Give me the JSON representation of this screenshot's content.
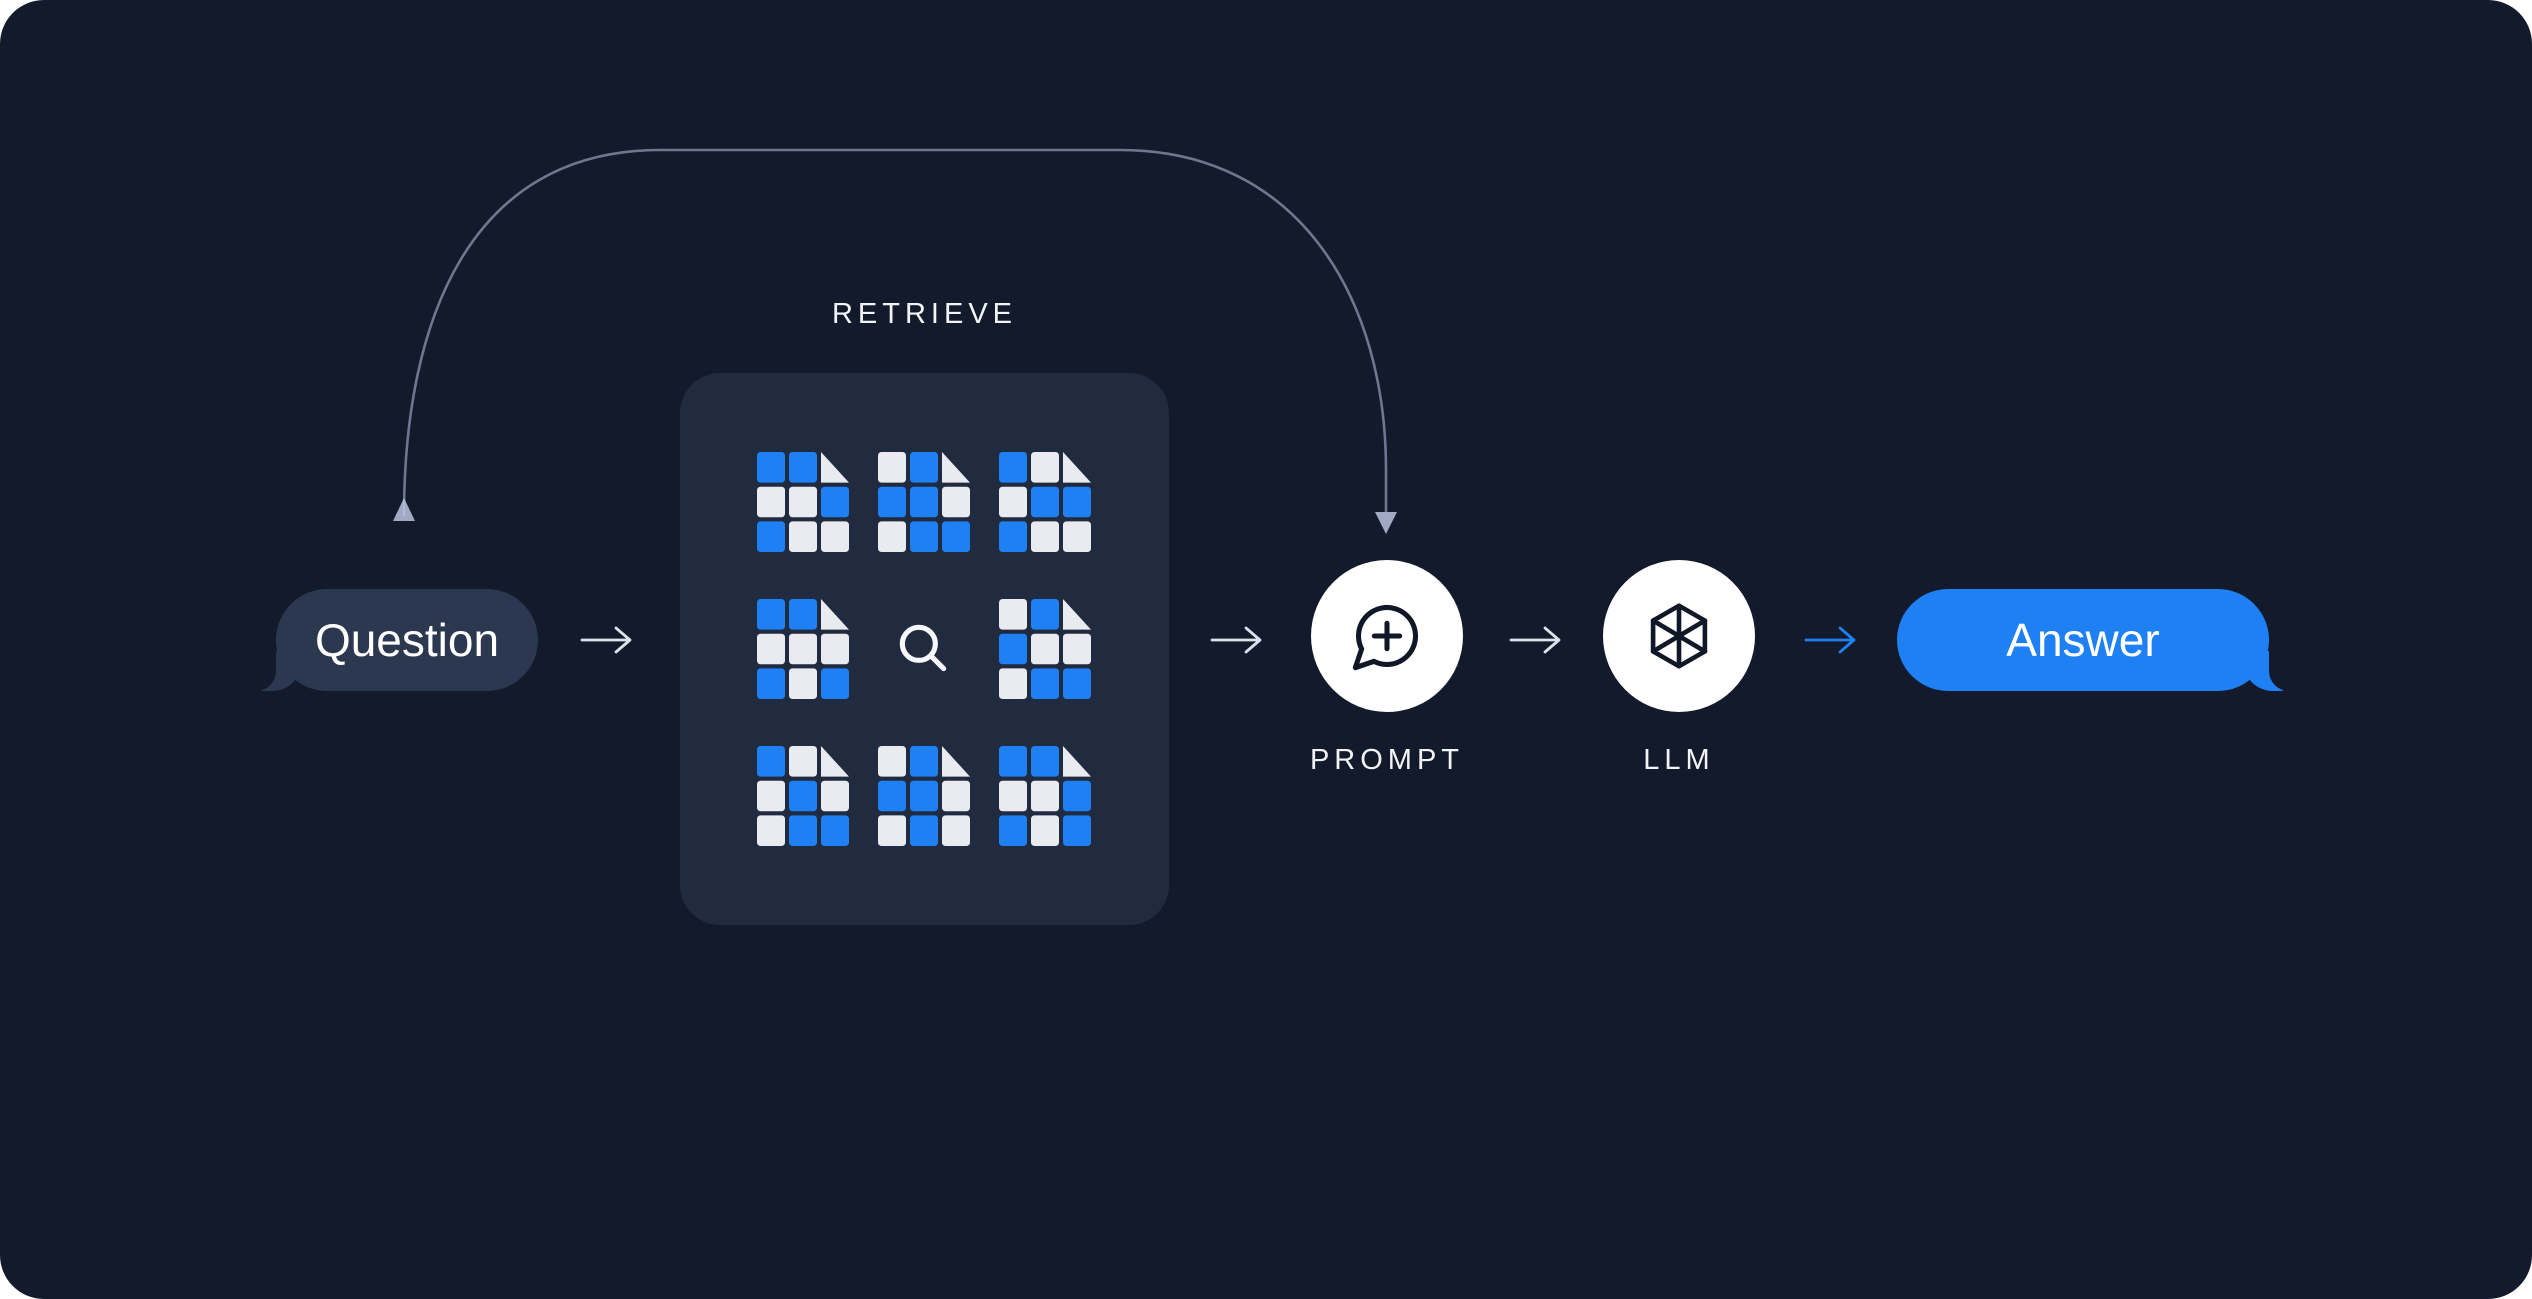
{
  "colors": {
    "background": "#121A2B",
    "panel": "#212B40",
    "question_bubble": "#2B3850",
    "blue": "#1E80F2",
    "doc_cell_light": "#E9EBF0",
    "node_circle": "#FFFFFF",
    "icon_dark": "#0F1827",
    "arrow_light": "#DDE2EC",
    "label_text": "#F2F4F8",
    "curve": "#BAC4DE",
    "magnifier": "#F6F8FB"
  },
  "nodes": {
    "question": {
      "label": "Question"
    },
    "retrieve": {
      "label": "RETRIEVE"
    },
    "prompt": {
      "label": "PROMPT"
    },
    "llm": {
      "label": "LLM"
    },
    "answer": {
      "label": "Answer"
    }
  },
  "retrieve_panel": {
    "magnifier_icon": "magnifier-icon",
    "documents": [
      {
        "pattern": [
          "b",
          "b",
          "f",
          "w",
          "w",
          "b",
          "b",
          "w",
          "w"
        ]
      },
      {
        "pattern": [
          "w",
          "b",
          "f",
          "b",
          "b",
          "w",
          "w",
          "b",
          "b"
        ]
      },
      {
        "pattern": [
          "b",
          "w",
          "f",
          "w",
          "b",
          "b",
          "b",
          "w",
          "w"
        ]
      },
      {
        "pattern": [
          "b",
          "b",
          "f",
          "w",
          "w",
          "w",
          "b",
          "w",
          "b"
        ]
      },
      {
        "pattern": [
          "w",
          "b",
          "f",
          "b",
          "w",
          "w",
          "w",
          "b",
          "b"
        ]
      },
      {
        "pattern": [
          "b",
          "w",
          "f",
          "w",
          "b",
          "w",
          "w",
          "b",
          "b"
        ]
      },
      {
        "pattern": [
          "w",
          "b",
          "f",
          "b",
          "b",
          "w",
          "w",
          "b",
          "w"
        ]
      },
      {
        "pattern": [
          "b",
          "b",
          "f",
          "w",
          "w",
          "b",
          "b",
          "w",
          "b"
        ]
      }
    ]
  },
  "connectors": [
    {
      "from": "question",
      "to": "retrieve",
      "type": "arrow"
    },
    {
      "from": "retrieve",
      "to": "prompt",
      "type": "arrow"
    },
    {
      "from": "prompt",
      "to": "llm",
      "type": "arrow"
    },
    {
      "from": "llm",
      "to": "answer",
      "type": "arrow",
      "color": "blue"
    },
    {
      "from": "question",
      "to": "prompt",
      "type": "curved-arrow"
    }
  ]
}
